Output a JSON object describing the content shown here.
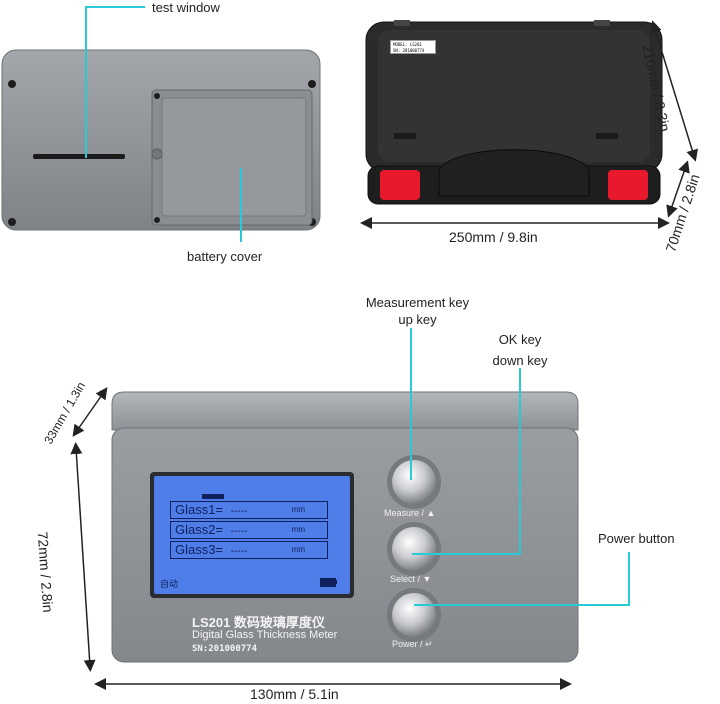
{
  "callouts": {
    "test_window": "test window",
    "battery_cover": "battery cover",
    "measurement_key_line1": "Measurement key",
    "measurement_key_line2": "up key",
    "ok_key_line1": "OK key",
    "ok_key_line2": "down key",
    "power_button": "Power button"
  },
  "dimensions": {
    "case_height": "210mm / 8.3in",
    "case_depth": "70mm / 2.8in",
    "case_width": "250mm / 9.8in",
    "device_depth": "33mm / 1.3in",
    "device_height": "72mm / 2.8in",
    "device_width": "130mm / 5.1in"
  },
  "case_label": {
    "model": "MODEL: LS201",
    "serial": "SN: 201000774"
  },
  "lcd": {
    "rows": [
      {
        "label": "Glass1=",
        "value": "-----",
        "unit": "mm"
      },
      {
        "label": "Glass2=",
        "value": "-----",
        "unit": "mm"
      },
      {
        "label": "Glass3=",
        "value": "-----",
        "unit": "mm"
      }
    ],
    "mode": "自动"
  },
  "buttons": {
    "measure": "Measure / ▲",
    "select": "Select / ▼",
    "power": "Power / ↵"
  },
  "device_print": {
    "model_cn": "LS201 数码玻璃厚度仪",
    "model_en": "Digital Glass Thickness Meter",
    "serial": "SN:201000774"
  },
  "colors": {
    "callout_line": "#29c9d6",
    "device_body": "#8e9196",
    "lcd_backlight": "#4f7ee8",
    "case_body": "#2b2b2b",
    "case_latch": "#e8192c"
  }
}
